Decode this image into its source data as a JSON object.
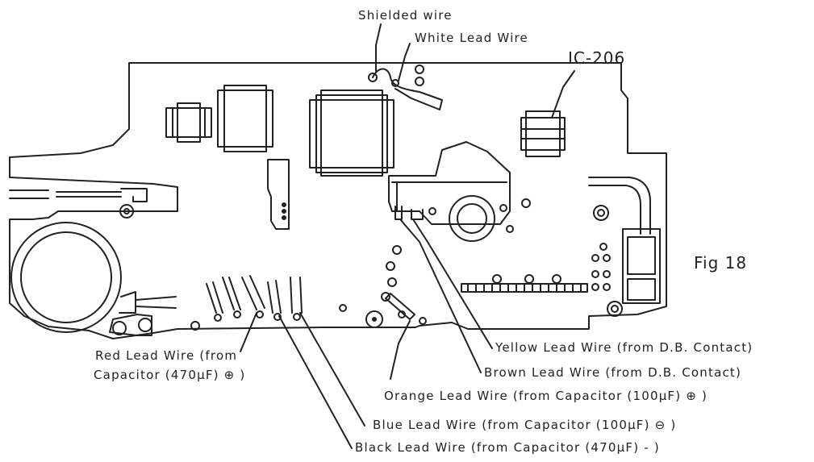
{
  "figure": {
    "label": "Fig 18",
    "line_color": "#222222",
    "background": "#ffffff"
  },
  "callouts": {
    "shielded_wire": "Shielded wire",
    "white_lead": "White Lead Wire",
    "ic_206": "IC-206",
    "yellow_lead": "Yellow Lead Wire (from D.B. Contact)",
    "brown_lead": "Brown Lead Wire (from D.B. Contact)",
    "orange_lead": "Orange Lead Wire (from Capacitor (100μF) ⊕ )",
    "blue_lead": "Blue Lead Wire (from Capacitor (100μF) ⊖ )",
    "black_lead": "Black Lead Wire (from Capacitor (470μF) - )",
    "red_lead_line1": "Red Lead Wire (from",
    "red_lead_line2": "Capacitor (470μF) ⊕ )"
  }
}
